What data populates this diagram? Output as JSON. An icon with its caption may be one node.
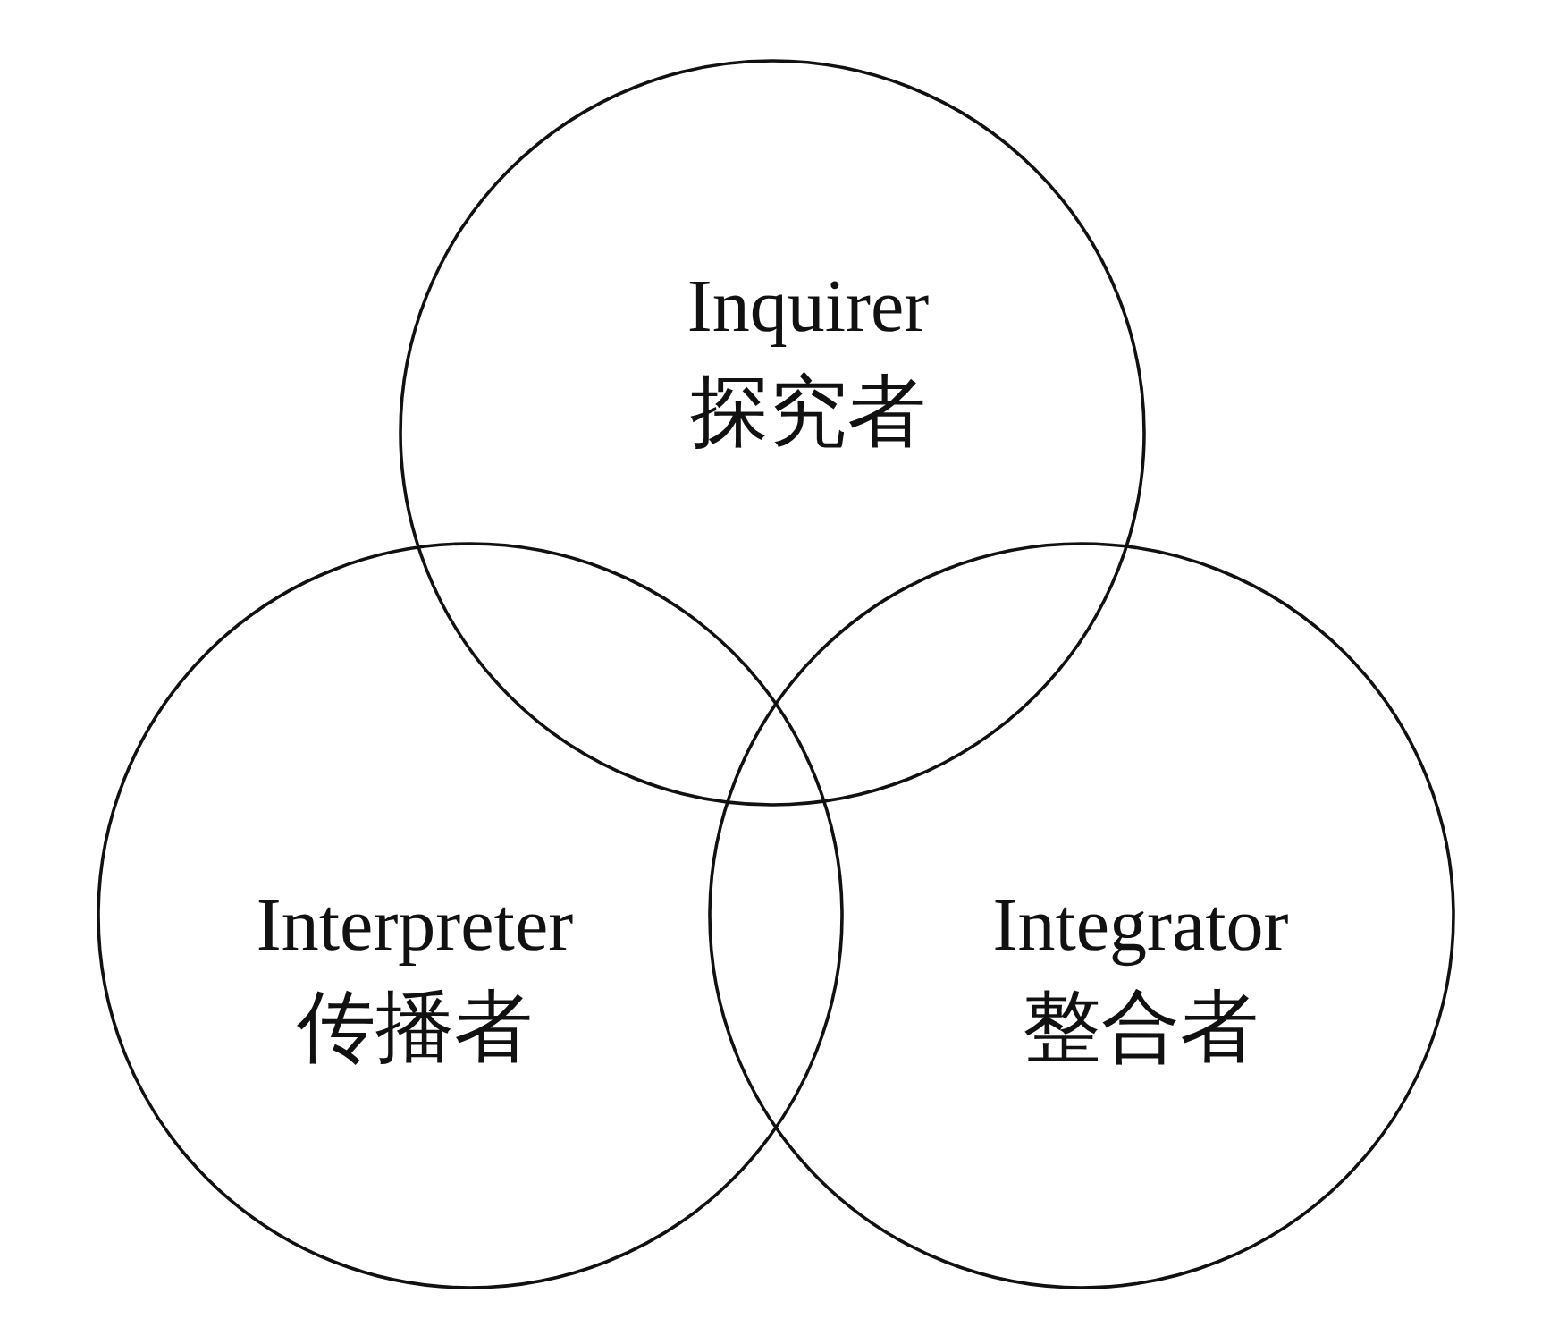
{
  "diagram": {
    "nodes": [
      {
        "text": [
          "Inquirer",
          "探究者"
        ]
      },
      {
        "text": [
          "Interpreter",
          "传播者"
        ]
      },
      {
        "text": [
          "Integrator",
          "整合者"
        ]
      }
    ]
  }
}
